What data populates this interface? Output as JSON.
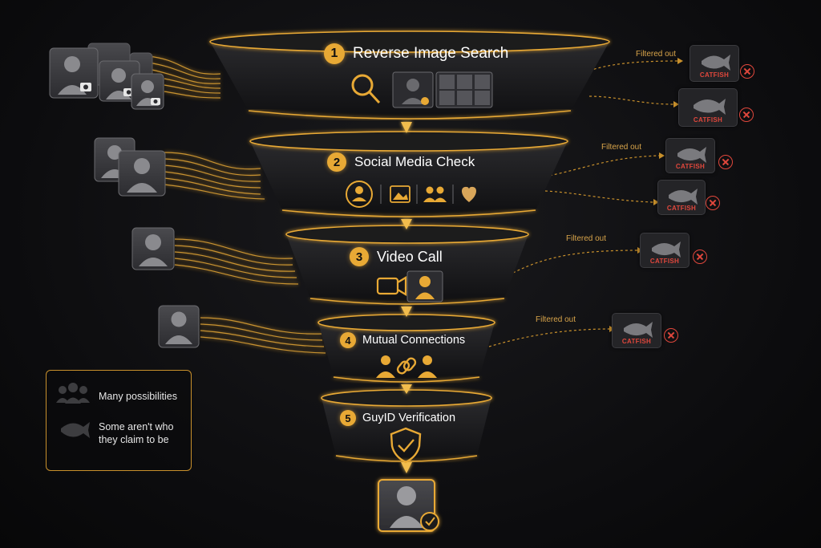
{
  "stages": [
    {
      "number": "1",
      "title": "Reverse Image Search",
      "icons": [
        "search-icon",
        "portrait-photo-icon",
        "photo-grid-icon"
      ]
    },
    {
      "number": "2",
      "title": "Social Media Check",
      "icons": [
        "profile-icon",
        "image-icon",
        "group-icon",
        "heart-icon"
      ]
    },
    {
      "number": "3",
      "title": "Video Call",
      "icons": [
        "video-camera-icon",
        "person-icon"
      ]
    },
    {
      "number": "4",
      "title": "Mutual Connections",
      "icons": [
        "person-icon",
        "link-icon",
        "person-icon"
      ]
    },
    {
      "number": "5",
      "title": "GuyID Verification",
      "icons": [
        "shield-check-icon"
      ]
    }
  ],
  "filters": [
    {
      "label": "Filtered out",
      "card": "CATFISH"
    },
    {
      "label": "",
      "card": "CATFISH"
    },
    {
      "label": "Filtered out",
      "card": "CATFISH"
    },
    {
      "label": "",
      "card": "CATFISH"
    },
    {
      "label": "Filtered out",
      "card": "CATFISH"
    },
    {
      "label": "Filtered out",
      "card": "CATFISH"
    }
  ],
  "legend": {
    "items": [
      {
        "icon": "group-icon",
        "text": "Many possibilities"
      },
      {
        "icon": "fish-icon",
        "text": "Some aren't who they claim to be"
      }
    ]
  },
  "result": {
    "icon": "verified-profile-icon"
  },
  "colors": {
    "accent": "#e8a935",
    "danger": "#e0473c",
    "background": "#0c0c0e"
  }
}
